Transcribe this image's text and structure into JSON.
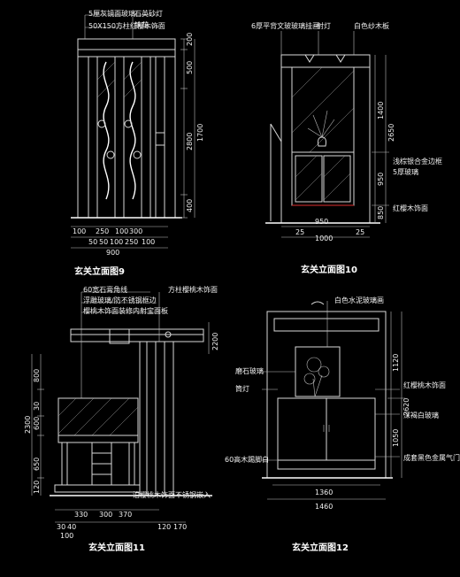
{
  "views": {
    "v9": {
      "title": "玄关立面图9",
      "labels": {
        "l1": "5厘灰镜面玻璃",
        "l2": "50X150方柱红樱木饰面",
        "l3": "石英砂灯",
        "l4": "铁花"
      },
      "dims_right": [
        "200",
        "500",
        "2800",
        "1700",
        "400"
      ],
      "dims_bottom_a": [
        "100",
        "250",
        "100",
        "300"
      ],
      "dims_bottom_b": [
        "50",
        "50",
        "100",
        "250",
        "100"
      ],
      "dims_total": "900"
    },
    "v10": {
      "title": "玄关立面图10",
      "labels": {
        "l1": "6厚平背文玻玻璃挂画",
        "l2": "射灯",
        "l3": "白色纱木板",
        "l4": "浅棕银合金边框",
        "l5": "5厚玻璃",
        "l6": "红樱木饰面"
      },
      "dims_right": [
        "1400",
        "2650",
        "950",
        "850"
      ],
      "dims_bottom": [
        "950",
        "25",
        "1000",
        "25"
      ]
    },
    "v11": {
      "title": "玄关立面图11",
      "labels": {
        "l1": "60宽石膏角线",
        "l2": "浮雕玻璃/防不锈钢框边",
        "l3": "樱桃木饰面装修内射宝面板",
        "l4": "方柱樱桃木饰面",
        "l5": "泊樱桃木饰面不锈钢嵌入"
      },
      "dims_left": [
        "800",
        "2300",
        "600",
        "650",
        "120"
      ],
      "dims_left_mid": "30",
      "dims_right": "2200",
      "dims_bottom_a": [
        "330",
        "300",
        "370"
      ],
      "dims_bottom_b": [
        "120",
        "170"
      ],
      "dims_bottom_c": [
        "30",
        "40",
        "100"
      ]
    },
    "v12": {
      "title": "玄关立面图12",
      "labels": {
        "l1": "白色水泥玻璃画",
        "l2": "磨石玻璃",
        "l3": "筒灯",
        "l4": "红樱桃木饰面",
        "l5": "深褐白玻璃",
        "l6": "60高木踢脚白",
        "l7": "成套黑色金属气门灯"
      },
      "dims_right": [
        "1120",
        "2620",
        "1050"
      ],
      "dims_bottom": [
        "1360",
        "1460"
      ]
    }
  }
}
